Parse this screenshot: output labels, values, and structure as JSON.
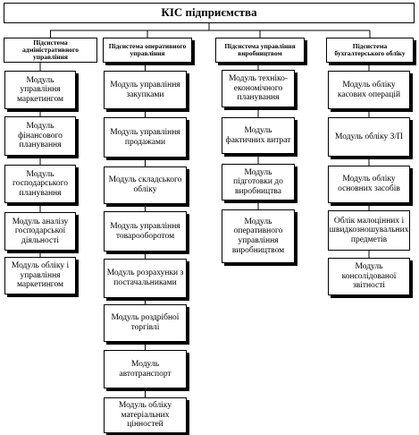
{
  "root": {
    "title": "КІС підприємства"
  },
  "columns": [
    {
      "header": "Підсистема адміністративного управління",
      "modules": [
        "Модуль управління маркетингом",
        "Модуль фінансового планування",
        "Модуль господарського планування",
        "Модуль аналізу господарської діяльності",
        "Модуль обліку і управління маркетингом"
      ]
    },
    {
      "header": "Підсистема оперативного управління",
      "modules": [
        "Модуль управління закупками",
        "Модуль управління продажами",
        "Модуль складського обліку",
        "Модуль управління товарооборотом",
        "Модуль розрахунки з постачальниками",
        "Модуль роздрібної торгівлі",
        "Модуль автотранспорт",
        "Модуль обліку матеріальних цінностей"
      ]
    },
    {
      "header": "Підсистема управління виробництвом",
      "modules": [
        "Модуль техніко-економічного планування",
        "Модуль фактичних витрат",
        "Модуль підготовки до виробництва",
        "Модуль оперативного управління виробництвом"
      ]
    },
    {
      "header": "Підсистема бухгалтерського обліку",
      "modules": [
        "Модуль обліку касових операцій",
        "Модуль обліку З/П",
        "Модуль обліку основних засобів",
        "Облік малоцінних і швидкозношувальних предметів",
        "Модуль консолідованої звітності"
      ]
    }
  ]
}
